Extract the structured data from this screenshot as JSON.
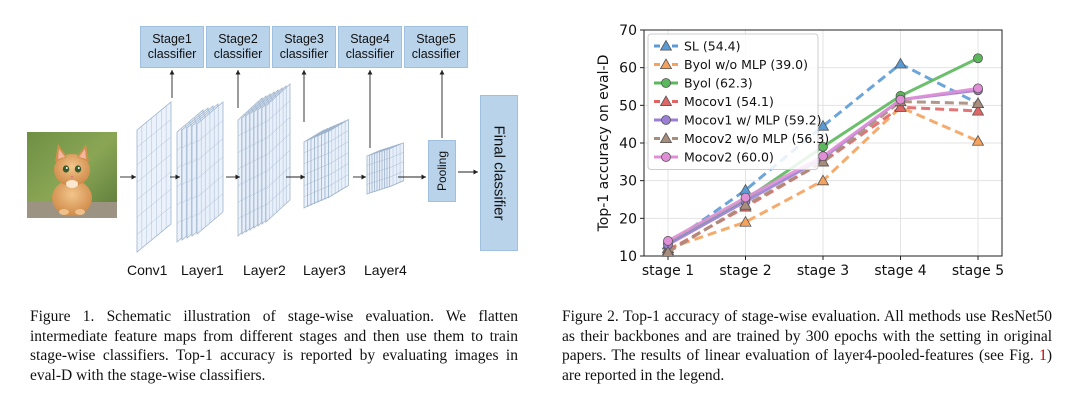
{
  "figure1": {
    "stage_classifiers": [
      {
        "line1": "Stage1",
        "line2": "classifier"
      },
      {
        "line1": "Stage2",
        "line2": "classifier"
      },
      {
        "line1": "Stage3",
        "line2": "classifier"
      },
      {
        "line1": "Stage4",
        "line2": "classifier"
      },
      {
        "line1": "Stage5",
        "line2": "classifier"
      }
    ],
    "layer_labels": [
      "Conv1",
      "Layer1",
      "Layer2",
      "Layer3",
      "Layer4"
    ],
    "pooling_label": "Pooling",
    "final_label": "Final classifier",
    "colors": {
      "box_fill": "#b9d3ea",
      "box_border": "#9fc0df",
      "plane_stroke": "#9fb4cc"
    }
  },
  "caption1": {
    "prefix": "Figure 1.",
    "text": "Schematic illustration of stage-wise evaluation. We flatten intermediate feature maps from different stages and then use them to train stage-wise classifiers. Top-1 accuracy is reported by evaluating images in eval-D with the stage-wise classifiers."
  },
  "caption2": {
    "prefix": "Figure 2.",
    "text_before_ref": "Top-1 accuracy of stage-wise evaluation. All methods use ResNet50 as their backbones and are trained by 300 epochs with the setting in original papers. The results of linear evaluation of layer4-pooled-features (see Fig. ",
    "ref": "1",
    "text_after_ref": ") are reported in the legend."
  },
  "chart_data": {
    "type": "line",
    "title": "",
    "xlabel": "",
    "ylabel": "Top-1 accuracy on eval-D",
    "categories": [
      "stage 1",
      "stage 2",
      "stage 3",
      "stage 4",
      "stage 5"
    ],
    "ylim": [
      10,
      70
    ],
    "yticks": [
      10,
      20,
      30,
      40,
      50,
      60,
      70
    ],
    "grid": true,
    "legend_position": "top-left",
    "series": [
      {
        "name": "SL (54.4)",
        "values": [
          13,
          27.5,
          44.5,
          61,
          50.5
        ],
        "color": "#5b9bd5",
        "dash": "dashed",
        "marker": "triangle"
      },
      {
        "name": "Byol w/o MLP (39.0)",
        "values": [
          12,
          19,
          30,
          49.5,
          40.5
        ],
        "color": "#f5a25d",
        "dash": "dashed",
        "marker": "triangle"
      },
      {
        "name": "Byol (62.3)",
        "values": [
          13.5,
          25,
          39,
          52.5,
          62.5
        ],
        "color": "#5cb85c",
        "dash": "solid",
        "marker": "circle"
      },
      {
        "name": "Mocov1 (54.1)",
        "values": [
          11.5,
          23,
          35,
          49.5,
          48.5
        ],
        "color": "#e06666",
        "dash": "dashed",
        "marker": "triangle"
      },
      {
        "name": "Mocov1 w/ MLP (59.2)",
        "values": [
          13,
          24.5,
          36,
          51.5,
          54
        ],
        "color": "#9b7fd4",
        "dash": "solid",
        "marker": "circle"
      },
      {
        "name": "Mocov2 w/o MLP (56.3)",
        "values": [
          11,
          23.5,
          35,
          51,
          50.5
        ],
        "color": "#a88c7c",
        "dash": "dashed",
        "marker": "triangle"
      },
      {
        "name": "Mocov2 (60.0)",
        "values": [
          14,
          25.5,
          36.5,
          51.5,
          54.5
        ],
        "color": "#e08fd6",
        "dash": "solid",
        "marker": "circle"
      }
    ]
  }
}
